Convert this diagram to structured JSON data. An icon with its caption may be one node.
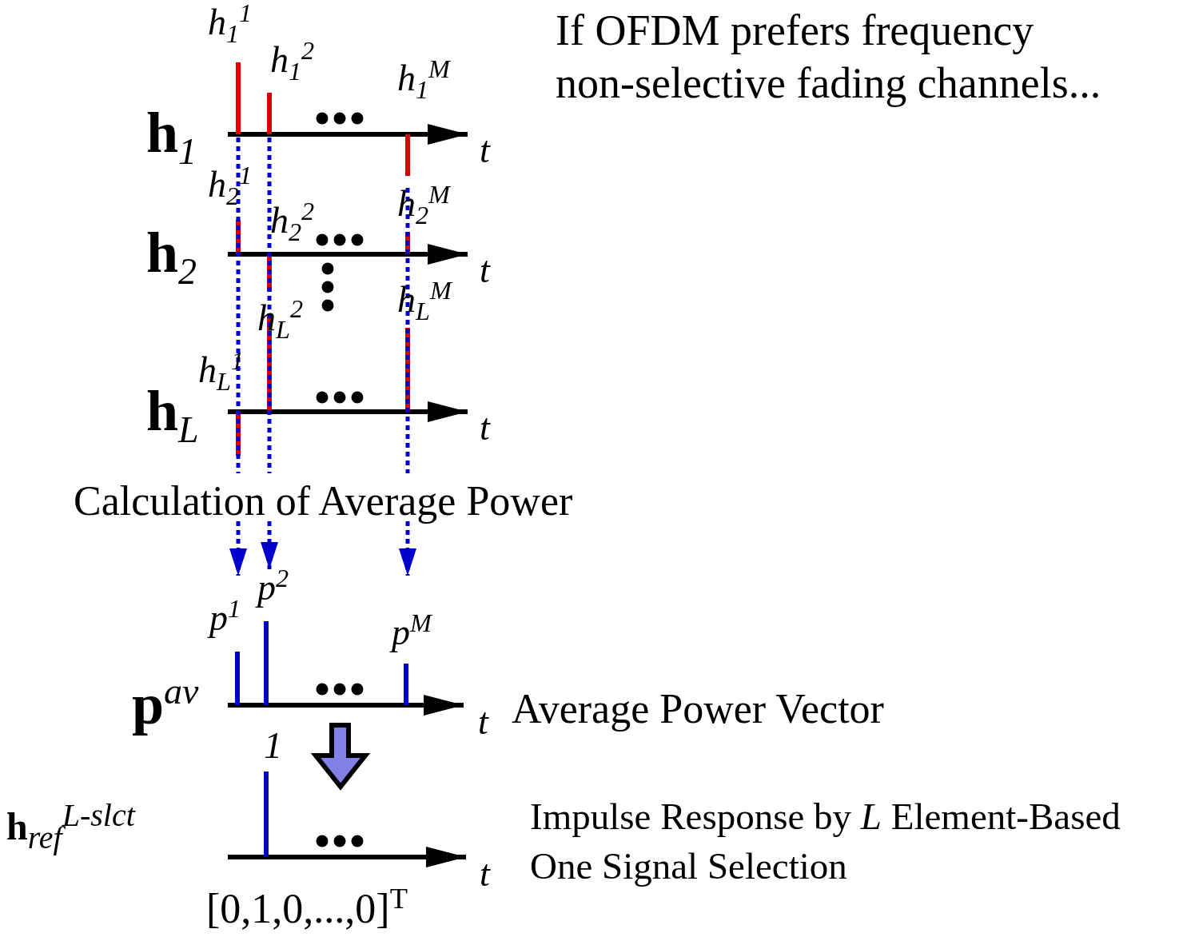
{
  "diagram": {
    "labels": [
      "h$_{1}$$^{1}$",
      "If OFDM prefers frequency non-selective fading channels...",
      "h$_{1}$$^{2}$",
      "h$_{1}$$^{M}$",
      "h$_{1}$",
      "t",
      "h$_{2}$$^{1}$",
      "h$_{2}$$^{M}$",
      "h$_{2}$$^{2}$",
      "h$_{2}$",
      "t",
      "h$_{L}$$^{M}$",
      "h$_{L}$$^{2}$",
      "h$_{L}$$^{1}$",
      "h$_{L}$",
      "t",
      "Calculation of Average Power",
      "p$^{2}$",
      "p$^{1}$",
      "p$^{M}$",
      "p$^{av}$",
      "t",
      "Average Power Vector",
      "1",
      "Impulse Response by *L* Element-Based One Signal Selection",
      "h$_{ref}$$^{L-slct}$",
      "t",
      "[0,1,0,...,0]$^{T}$"
    ]
  }
}
